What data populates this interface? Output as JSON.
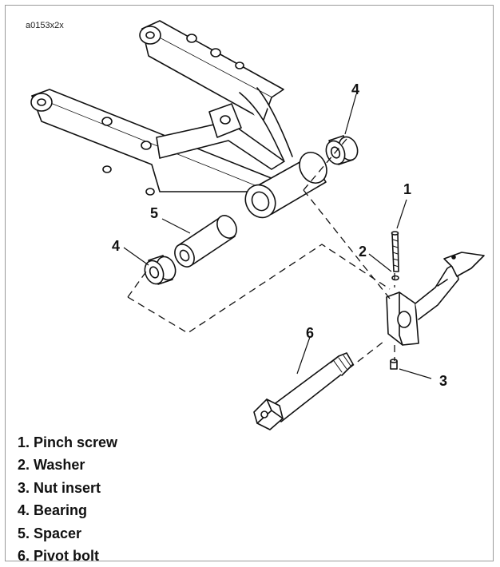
{
  "figure_id": "a0153x2x",
  "callouts": [
    "1",
    "2",
    "3",
    "4",
    "4",
    "5",
    "6"
  ],
  "legend": [
    {
      "num": "1.",
      "label": "Pinch screw"
    },
    {
      "num": "2.",
      "label": "Washer"
    },
    {
      "num": "3.",
      "label": "Nut insert"
    },
    {
      "num": "4.",
      "label": "Bearing"
    },
    {
      "num": "5.",
      "label": "Spacer"
    },
    {
      "num": "6.",
      "label": "Pivot bolt"
    }
  ]
}
